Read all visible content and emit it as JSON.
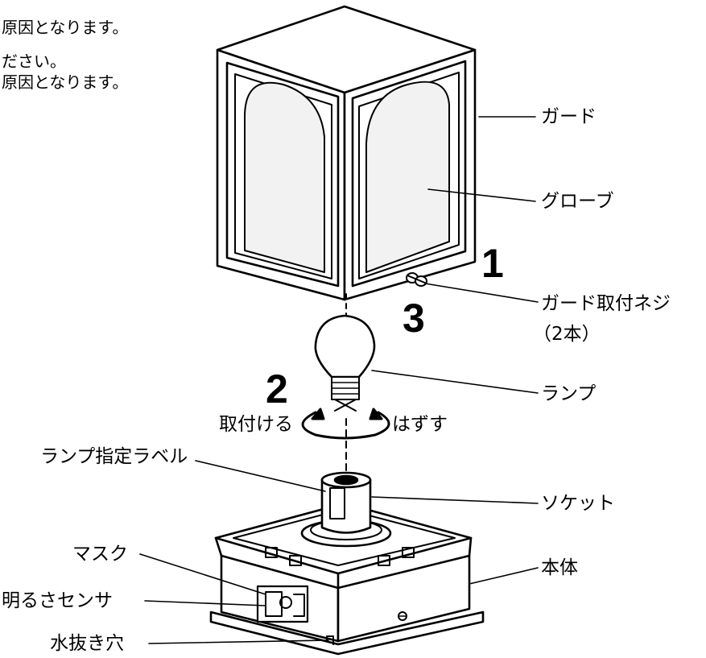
{
  "header_text": {
    "line1": "原因となります。",
    "line2": "ださい。",
    "line3": "原因となります。"
  },
  "labels": {
    "guard": "ガード",
    "globe": "グローブ",
    "guard_screw": "ガード取付ネジ",
    "guard_screw_count": "（2本）",
    "lamp": "ランプ",
    "install": "取付ける",
    "remove": "はずす",
    "lamp_label": "ランプ指定ラベル",
    "socket": "ソケット",
    "mask": "マスク",
    "body": "本体",
    "brightness_sensor": "明るさセンサ",
    "drain_hole": "水抜き穴"
  },
  "steps": {
    "step1": "1",
    "step2": "2",
    "step3": "3"
  }
}
